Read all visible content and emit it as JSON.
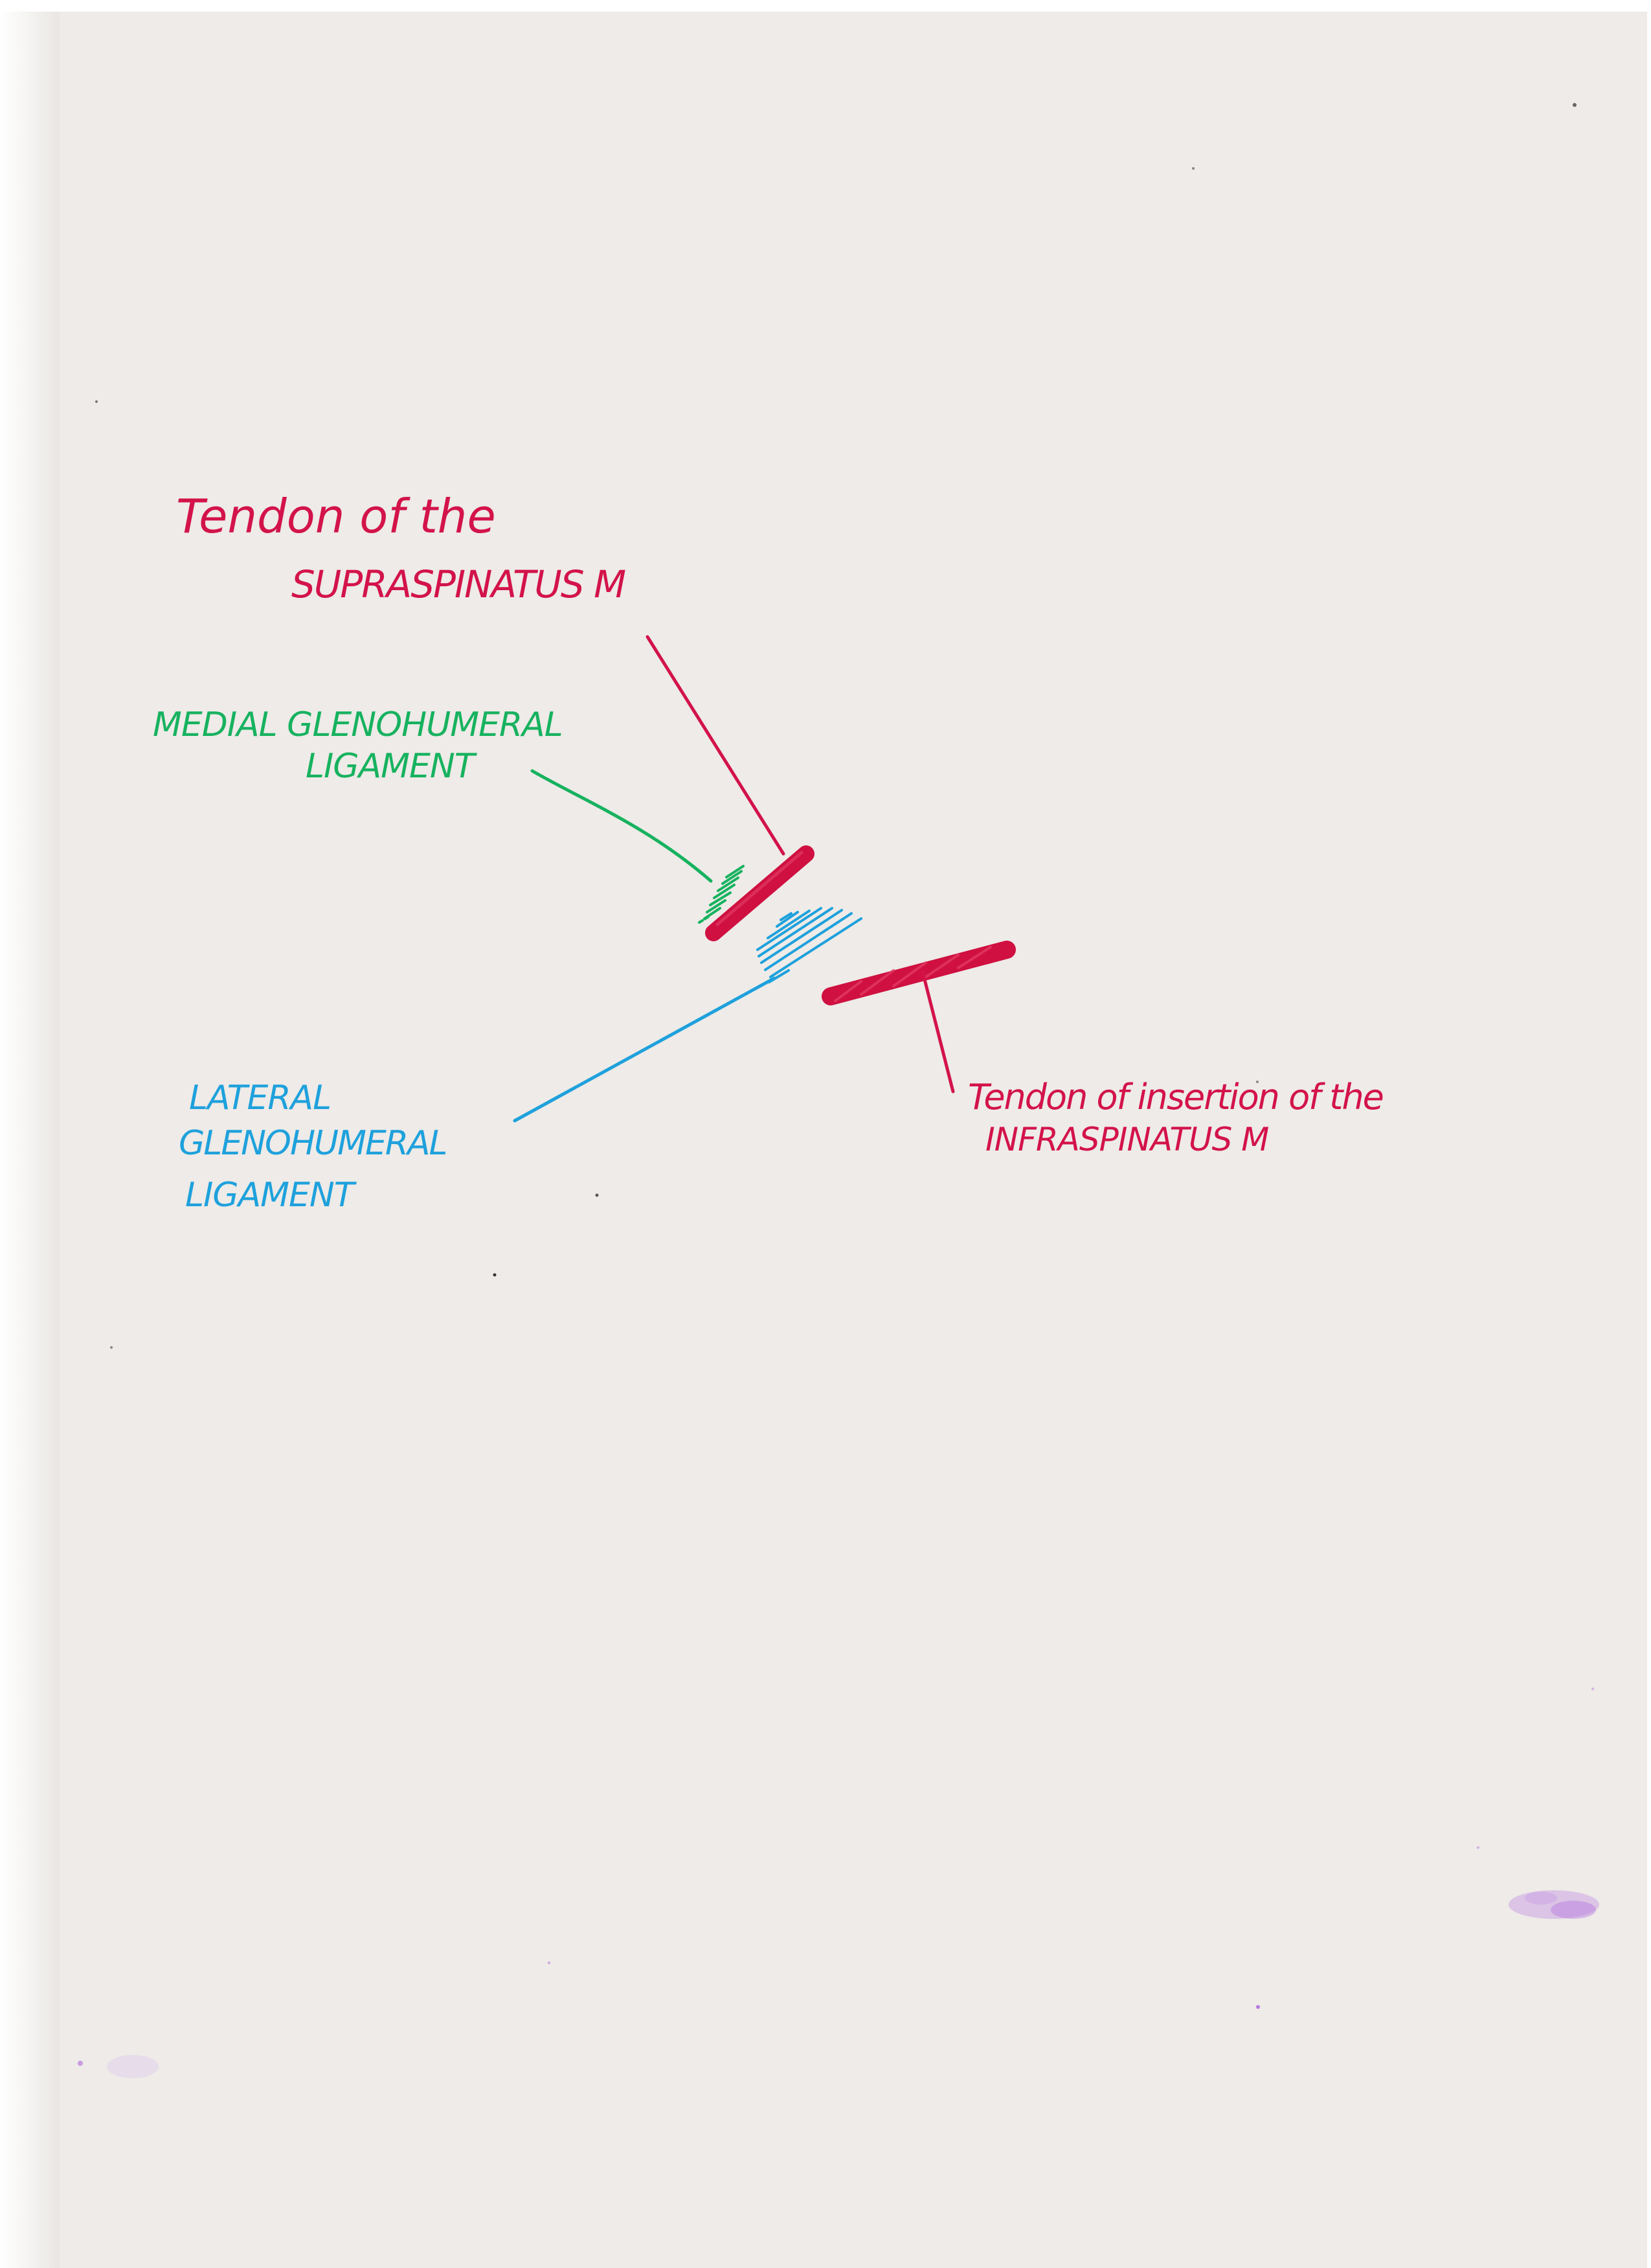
{
  "colors": {
    "paper": "#eeebe8",
    "red": "#d3134a",
    "green": "#17b25f",
    "blue": "#1ea1dc",
    "purple_smudge": "#b67ae0"
  },
  "labels": {
    "supraspinatus_line1": "Tendon of the",
    "supraspinatus_line2": "SUPRASPINATUS M",
    "medial_line1": "MEDIAL GLENOHUMERAL",
    "medial_line2": "LIGAMENT",
    "lateral_line1": "LATERAL",
    "lateral_line2": "GLENOHUMERAL",
    "lateral_line3": "LIGAMENT",
    "infraspinatus_line1": "Tendon of insertion of the",
    "infraspinatus_line2": "INFRASPINATUS M"
  }
}
